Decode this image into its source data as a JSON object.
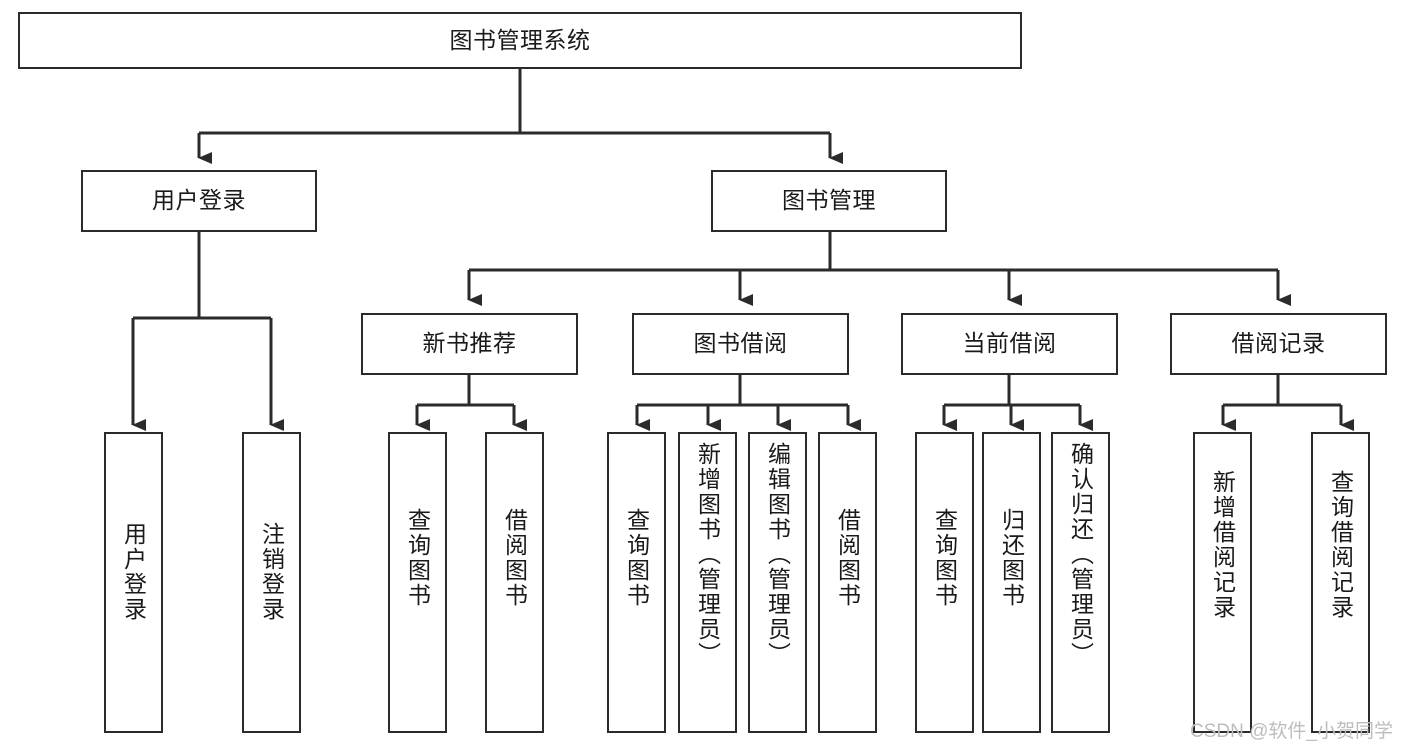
{
  "diagram": {
    "title": "图书管理系统",
    "type": "tree-hierarchy-chart",
    "watermark": "CSDN @软件_小贺同学",
    "stroke_color": "#2b2b2b",
    "background_color": "#ffffff",
    "text_color": "#1a1a1a",
    "levels": {
      "root": {
        "label": "图书管理系统"
      },
      "level2": [
        {
          "label": "用户登录"
        },
        {
          "label": "图书管理"
        }
      ],
      "level3": [
        {
          "label": "新书推荐"
        },
        {
          "label": "图书借阅"
        },
        {
          "label": "当前借阅"
        },
        {
          "label": "借阅记录"
        }
      ],
      "level4": {
        "user_login_children": [
          {
            "label": "用户登录"
          },
          {
            "label": "注销登录"
          }
        ],
        "new_book_children": [
          {
            "label": "查询图书"
          },
          {
            "label": "借阅图书"
          }
        ],
        "book_borrow_children": [
          {
            "label": "查询图书"
          },
          {
            "label": "新增图书（管理员）"
          },
          {
            "label": "编辑图书（管理员）"
          },
          {
            "label": "借阅图书"
          }
        ],
        "current_borrow_children": [
          {
            "label": "查询图书"
          },
          {
            "label": "归还图书"
          },
          {
            "label": "确认归还（管理员）"
          }
        ],
        "borrow_record_children": [
          {
            "label": "新增借阅记录"
          },
          {
            "label": "查询借阅记录"
          }
        ]
      }
    }
  }
}
